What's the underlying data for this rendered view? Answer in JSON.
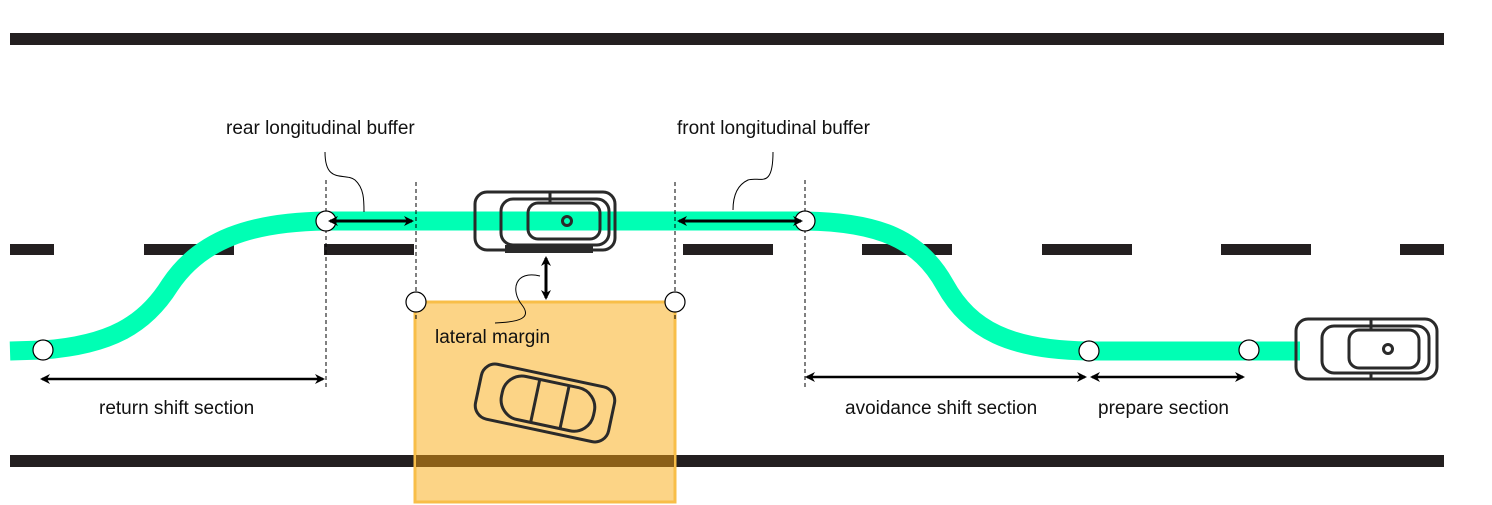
{
  "diagram": {
    "title": "Obstacle avoidance path sections",
    "colors": {
      "path": "#00FFB4",
      "road_line": "#231F20",
      "obstacle_area": "#FCD27F",
      "obstacle_area_border": "#F8BE48",
      "vehicle_outline": "#2A2A2A"
    },
    "labels": {
      "rear_buffer": "rear longitudinal buffer",
      "front_buffer": "front longitudinal buffer",
      "lateral_margin": "lateral margin",
      "return_shift": "return shift section",
      "avoidance_shift": "avoidance shift section",
      "prepare": "prepare section"
    },
    "elements": {
      "ego_vehicle": "ego-vehicle-icon",
      "virtual_vehicle": "virtual-ego-vehicle-icon",
      "obstacle_vehicle": "parked-vehicle-icon"
    }
  }
}
